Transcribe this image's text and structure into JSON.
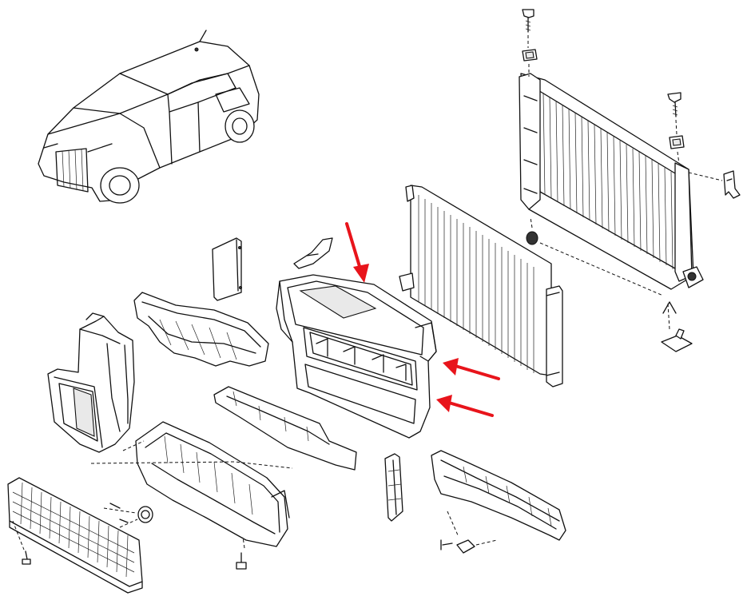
{
  "diagram": {
    "highlight_color": "#e8141b",
    "line_color": "#111111",
    "background": "#ffffff",
    "parts": [
      {
        "id": "vehicle",
        "icon": "car-outline"
      },
      {
        "id": "radiator",
        "icon": "radiator"
      },
      {
        "id": "condenser",
        "icon": "condenser"
      },
      {
        "id": "front-end-frame",
        "icon": "radiator-support-frame"
      },
      {
        "id": "upper-air-deflector",
        "icon": "air-guide"
      },
      {
        "id": "left-air-duct",
        "icon": "air-duct"
      },
      {
        "id": "lower-air-guide",
        "icon": "air-guide"
      },
      {
        "id": "lower-deflector",
        "icon": "deflector"
      },
      {
        "id": "front-grille",
        "icon": "grille"
      },
      {
        "id": "seal-panel",
        "icon": "foam-seal"
      },
      {
        "id": "side-seal",
        "icon": "foam-seal"
      },
      {
        "id": "lower-bracket",
        "icon": "bracket"
      },
      {
        "id": "side-bracket",
        "icon": "bracket"
      }
    ],
    "arrows": [
      {
        "target": "front-end-frame-top",
        "icon": "red-arrow"
      },
      {
        "target": "front-end-frame-side-upper",
        "icon": "red-arrow"
      },
      {
        "target": "front-end-frame-side-lower",
        "icon": "red-arrow"
      }
    ]
  }
}
